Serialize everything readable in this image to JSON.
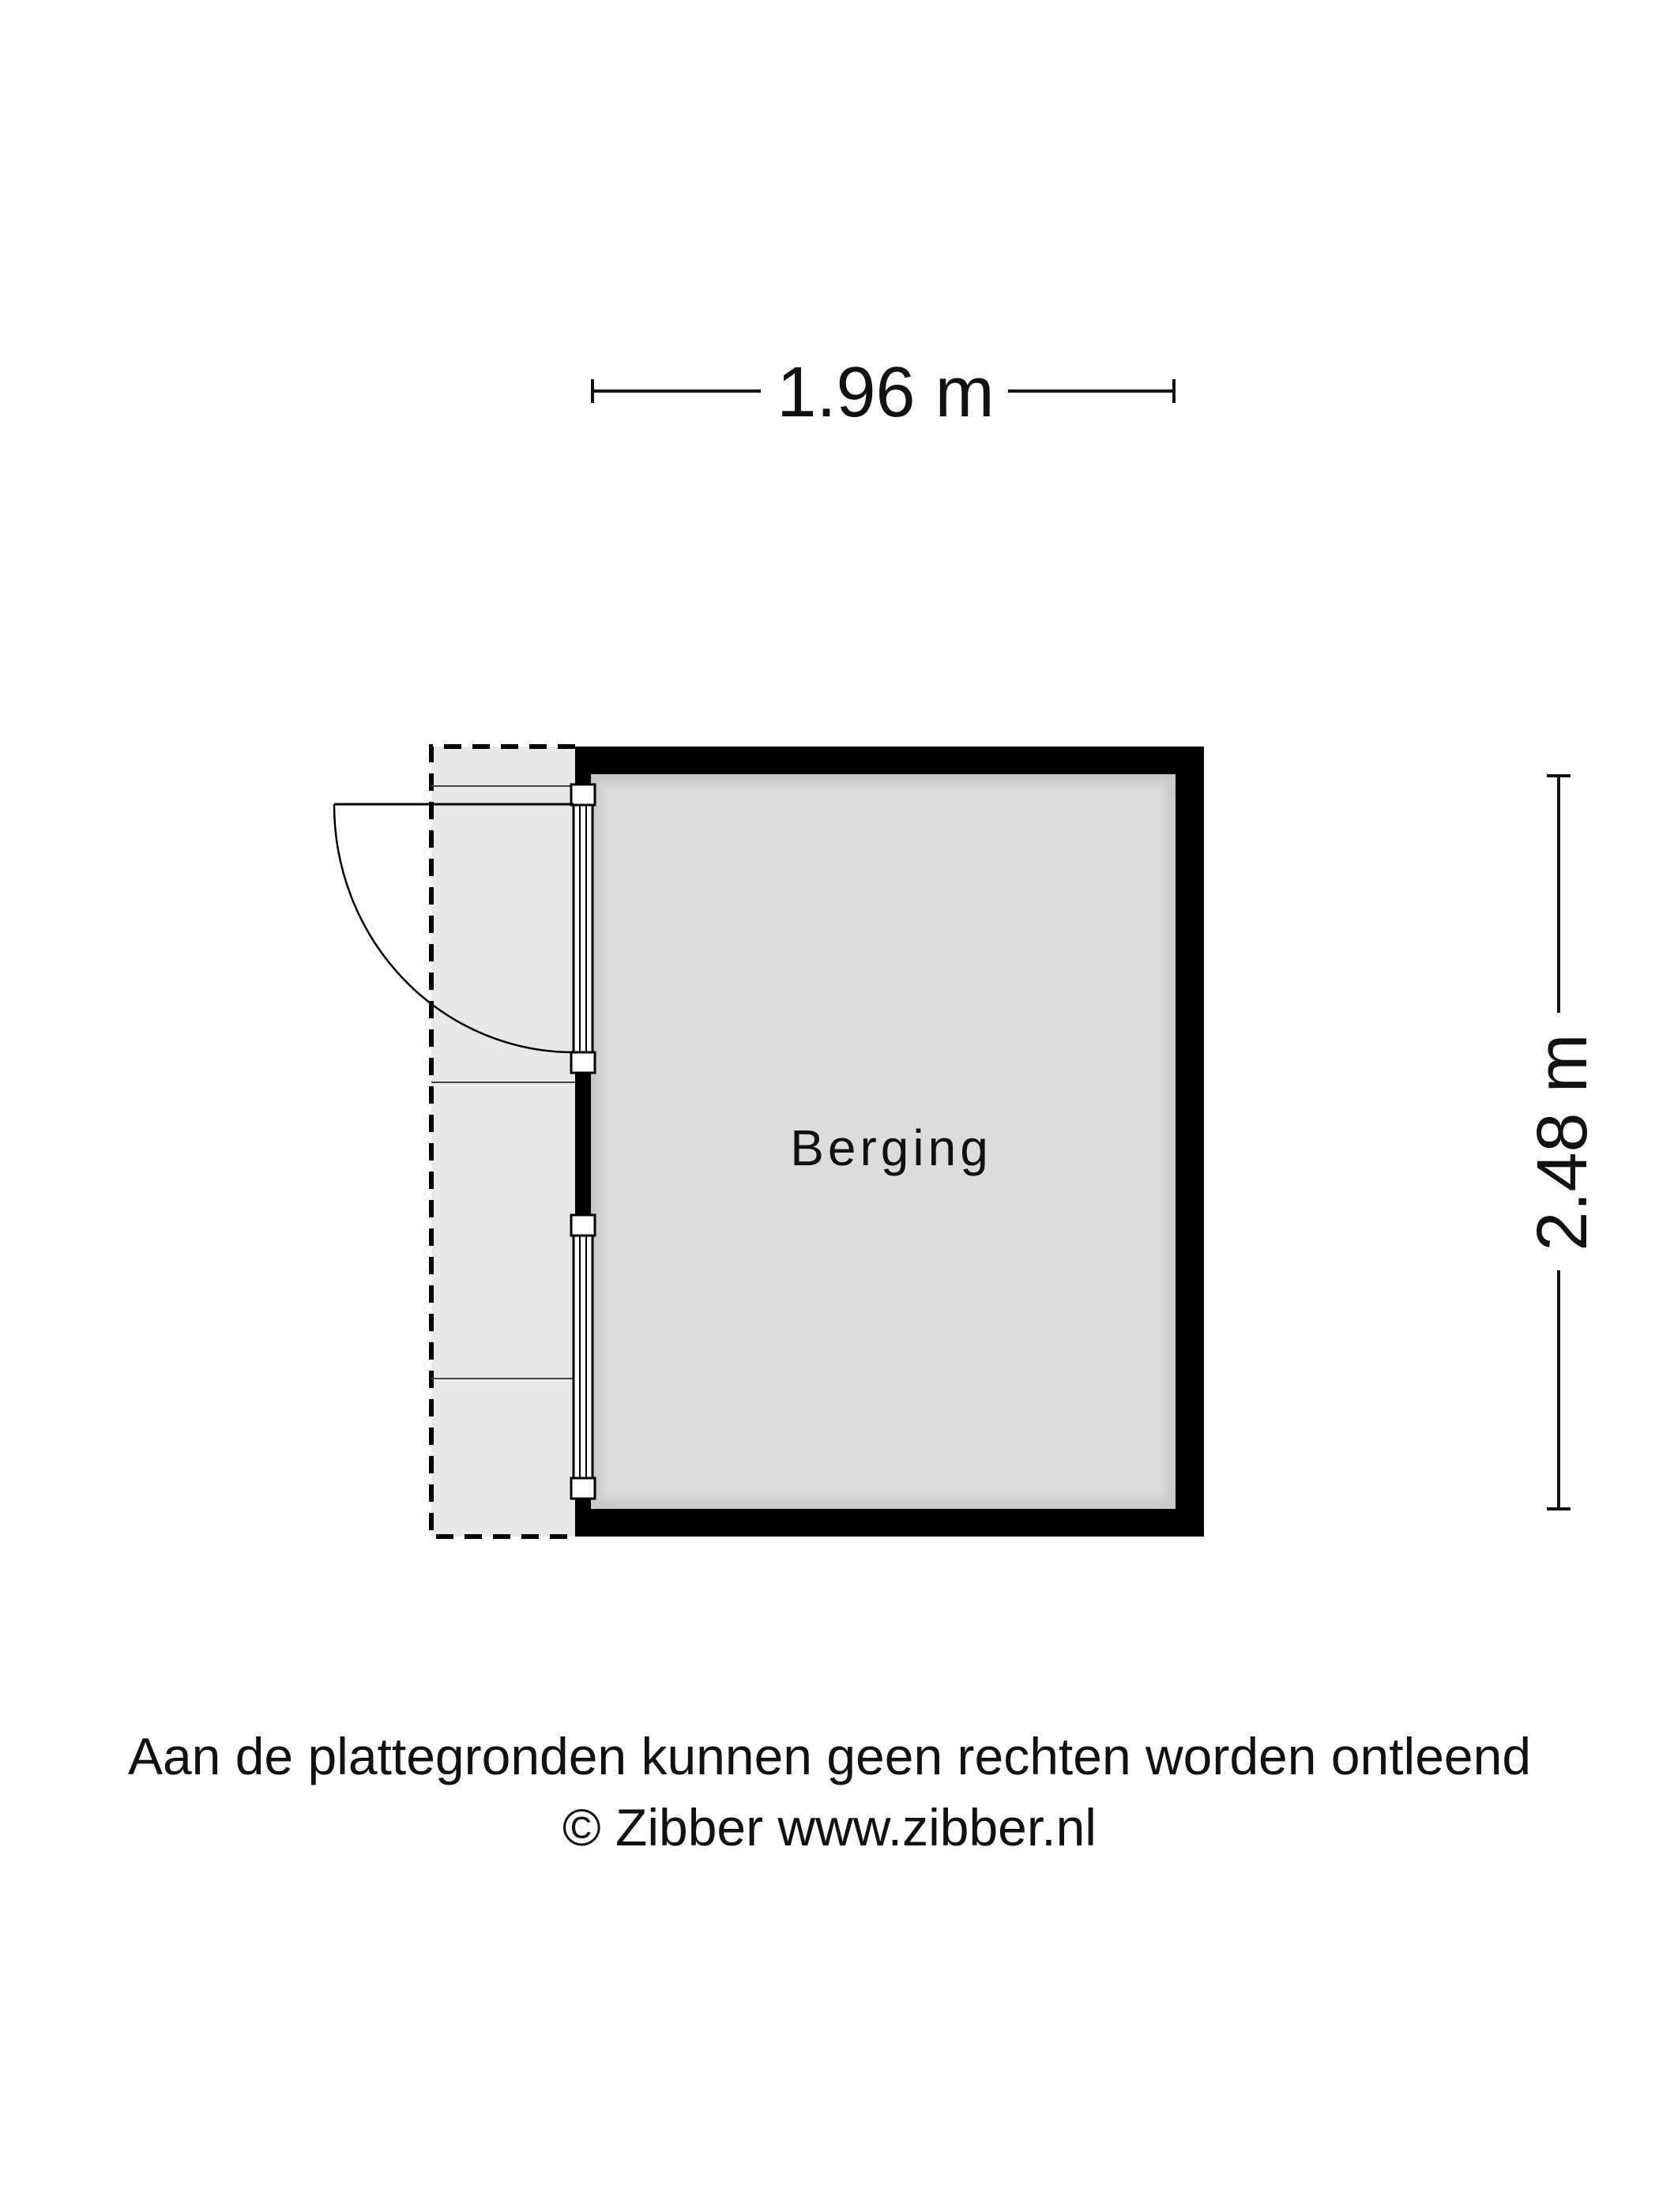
{
  "dimensions": {
    "width_label": "1.96 m",
    "height_label": "2.48 m"
  },
  "room": {
    "name": "Berging"
  },
  "footer": {
    "disclaimer": "Aan de plattegronden kunnen geen rechten worden ontleend",
    "copyright": "© Zibber www.zibber.nl"
  },
  "colors": {
    "wall": "#000000",
    "floor": "#dcdcdc",
    "terrace": "#e8e8e8",
    "text": "#111111"
  }
}
